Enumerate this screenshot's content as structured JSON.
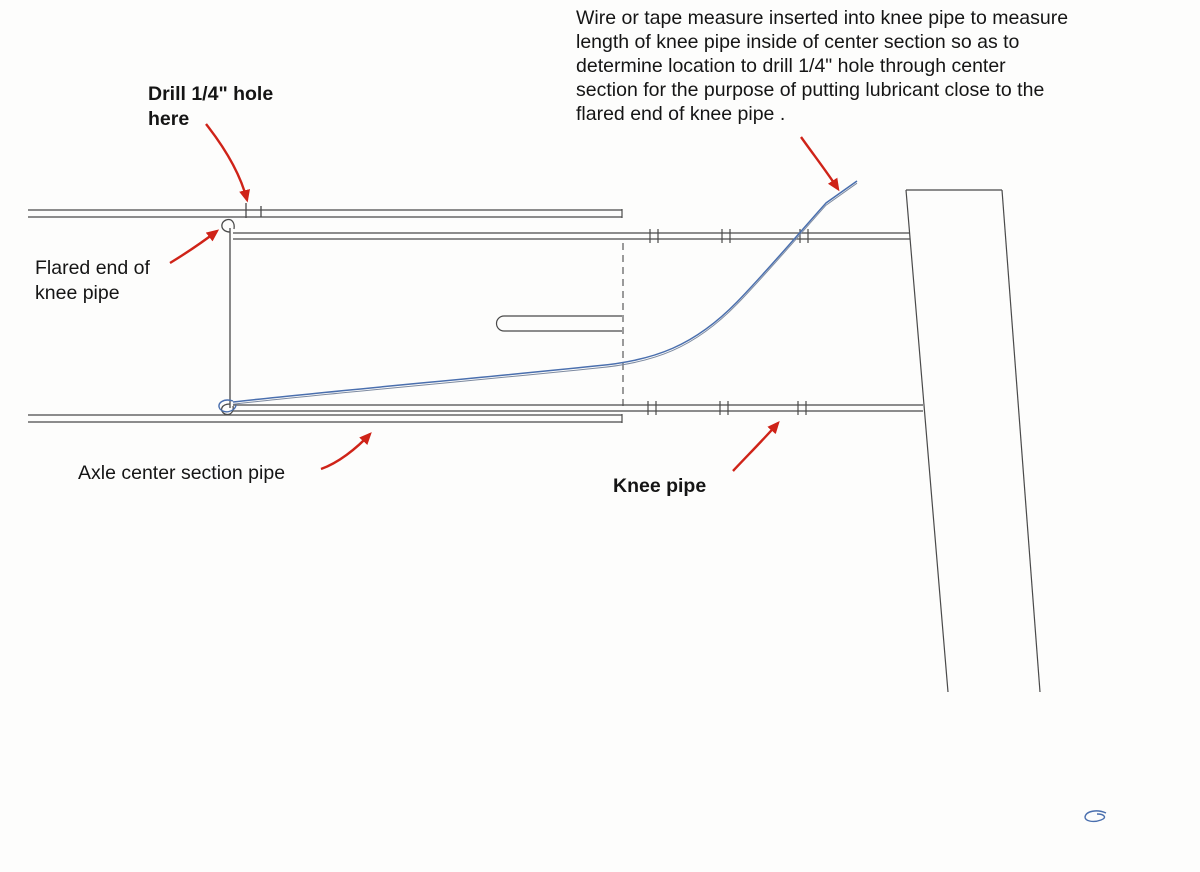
{
  "colors": {
    "ink": "#4a4a4a",
    "arrow_red": "#cf2318",
    "wire_blue": "#4a6fae",
    "wire_shadow": "#7d8aa0",
    "paper": "#fdfdfc"
  },
  "annotations": {
    "wire_note": "Wire or tape measure inserted into knee pipe to measure\nlength of knee pipe inside of center section so as to\ndetermine location to drill 1/4\" hole through center\nsection for the purpose of putting lubricant close to the\nflared end of knee pipe .",
    "drill_label": "Drill 1/4\" hole\nhere",
    "flared_label": "Flared end of\nknee pipe",
    "axle_label": "Axle center section pipe",
    "knee_label": "Knee pipe"
  }
}
